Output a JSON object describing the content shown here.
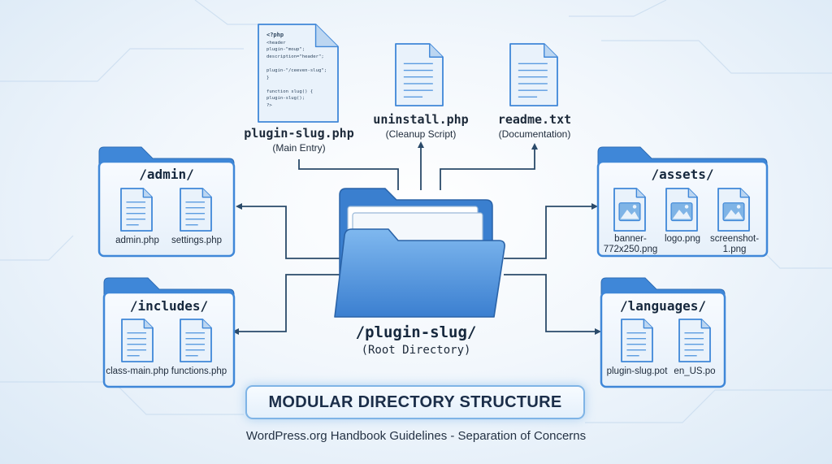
{
  "main_file": {
    "name": "plugin-slug.php",
    "desc": "(Main Entry)",
    "code_lines": [
      "<?php",
      "<header",
      "  plugin-\"moup\";",
      "  description=\"header\";",
      "",
      "  plugin-\"/ceeven-slug\";",
      "}",
      "",
      "function slug() {",
      "  plugin-slug();",
      "?>"
    ]
  },
  "uninstall_file": {
    "name": "uninstall.php",
    "desc": "(Cleanup Script)"
  },
  "readme_file": {
    "name": "readme.txt",
    "desc": "(Documentation)"
  },
  "root": {
    "name": "/plugin-slug/",
    "desc": "(Root Directory)"
  },
  "folders": {
    "admin": {
      "title": "/admin/",
      "files": [
        "admin.php",
        "settings.php"
      ]
    },
    "includes": {
      "title": "/includes/",
      "files": [
        "class-main.php",
        "functions.php"
      ]
    },
    "assets": {
      "title": "/assets/",
      "files": [
        "banner-\n772x250.png",
        "logo.png",
        "screenshot-\n1.png"
      ]
    },
    "languages": {
      "title": "/languages/",
      "files": [
        "plugin-slug.pot",
        "en_US.po"
      ]
    }
  },
  "banner": "MODULAR DIRECTORY STRUCTURE",
  "subtitle": "WordPress.org Handbook Guidelines - Separation of Concerns",
  "colors": {
    "folder_blue": "#3f87d8",
    "folder_light": "#cfe3f7",
    "line": "#2a4a6a",
    "doc_fill": "#e9f2fb"
  }
}
